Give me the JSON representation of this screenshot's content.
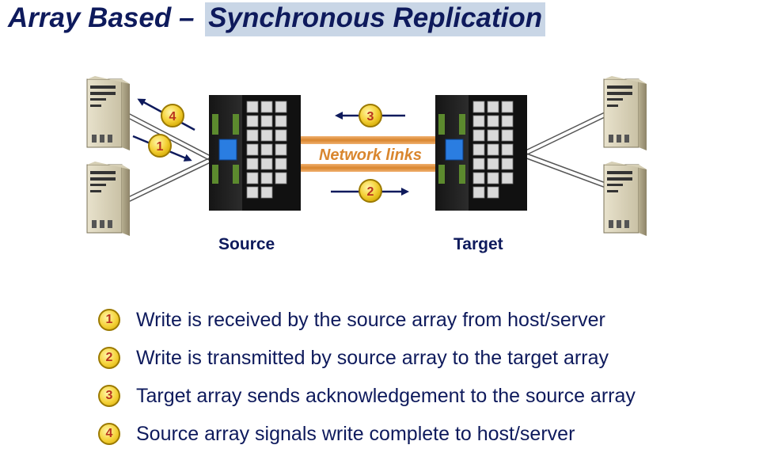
{
  "title": {
    "part1": "Array Based –",
    "part2": "Synchronous Replication"
  },
  "diagram": {
    "source_label": "Source",
    "target_label": "Target",
    "network_label": "Network links",
    "badges": [
      "4",
      "1",
      "3",
      "2"
    ]
  },
  "steps": [
    {
      "num": "1",
      "text": "Write is received by the source array from host/server"
    },
    {
      "num": "2",
      "text": "Write is transmitted by source array to the target array"
    },
    {
      "num": "3",
      "text": "Target array sends acknowledgement to the source array"
    },
    {
      "num": "4",
      "text": "Source array signals write complete to host/server"
    }
  ],
  "colors": {
    "title": "#0e1a5c",
    "highlight": "#c9d6e6",
    "network": "#d9862e",
    "badge": "#f5d23a",
    "badge_text": "#b8321e"
  }
}
